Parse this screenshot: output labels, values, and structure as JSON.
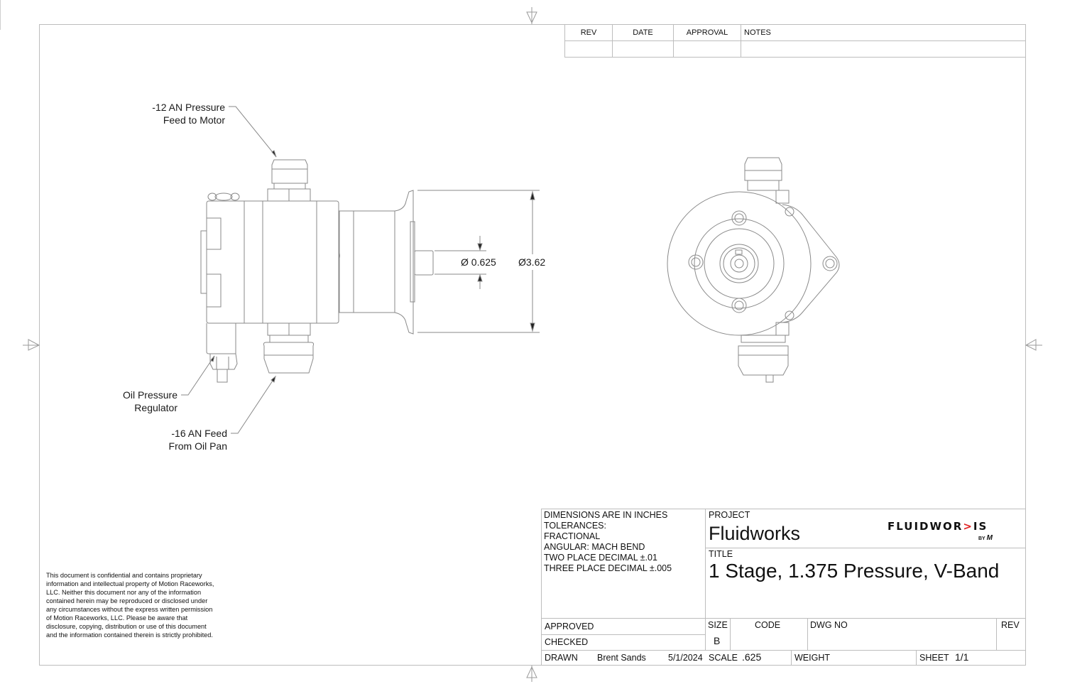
{
  "revision_table": {
    "headers": [
      "REV",
      "DATE",
      "APPROVAL",
      "NOTES"
    ],
    "rows": [
      [
        "",
        "",
        "",
        ""
      ]
    ]
  },
  "callouts": {
    "pressure_feed": [
      "-12 AN Pressure",
      "Feed to Motor"
    ],
    "regulator": [
      "Oil Pressure",
      "Regulator"
    ],
    "oil_pan_feed": [
      "-16 AN Feed",
      "From Oil Pan"
    ]
  },
  "dimensions": {
    "shaft_diameter": "Ø 0.625",
    "flange_diameter": "Ø3.62"
  },
  "tolerances": {
    "lines": [
      "DIMENSIONS ARE IN INCHES",
      "TOLERANCES:",
      "FRACTIONAL",
      "ANGULAR: MACH BEND",
      "TWO PLACE DECIMAL ±.01",
      "THREE PLACE DECIMAL ±.005"
    ]
  },
  "title_block": {
    "project_label": "PROJECT",
    "project_value": "Fluidworks",
    "title_label": "TITLE",
    "title_value": "1 Stage, 1.375 Pressure, V-Band",
    "approved_label": "APPROVED",
    "checked_label": "CHECKED",
    "drawn_label": "DRAWN",
    "drawn_by": "Brent Sands",
    "drawn_date": "5/1/2024",
    "size_label": "SIZE",
    "size_value": "B",
    "code_label": "CODE",
    "dwg_no_label": "DWG NO",
    "rev_label": "REV",
    "scale_label": "SCALE",
    "scale_value": ".625",
    "weight_label": "WEIGHT",
    "sheet_label": "SHEET",
    "sheet_value": "1/1"
  },
  "logo": {
    "text_left": "FLUIDWOR",
    "text_right": "IS",
    "by": "BY",
    "accent_color": "#e02020"
  },
  "confidential_notice": "This document is confidential and contains proprietary information and intellectual property of Motion Raceworks, LLC. Neither this document nor any of the information contained herein may be reproduced or disclosed under any circumstances without the express written permission of Motion Raceworks, LLC. Please be aware that disclosure, copying, distribution or use of this document and the information contained therein is strictly prohibited."
}
